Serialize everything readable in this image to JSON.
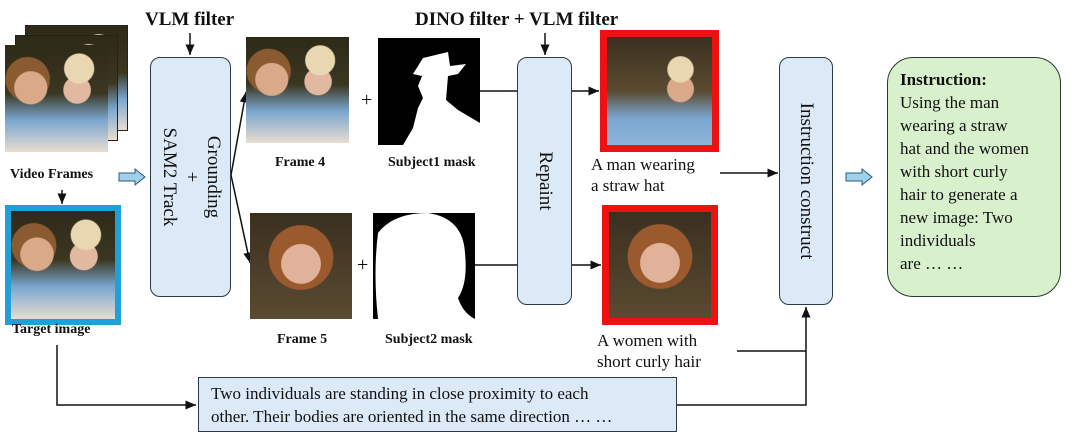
{
  "headers": {
    "vlm_filter": "VLM filter",
    "dino_vlm_filter": "DINO filter + VLM filter"
  },
  "inputs": {
    "video_frames": "Video Frames",
    "target_image": "Target image"
  },
  "modules": {
    "grounding": "Grounding",
    "plus": "+",
    "sam2_track": "SAM2 Track",
    "repaint": "Repaint",
    "instruction_construct": "Instruction construct"
  },
  "frames": [
    {
      "frame_label": "Frame 4",
      "mask_label": "Subject1 mask",
      "caption_line1": "A man wearing",
      "caption_line2": "a straw hat"
    },
    {
      "frame_label": "Frame 5",
      "mask_label": "Subject2 mask",
      "caption_line1": "A  women with",
      "caption_line2": "short curly hair"
    }
  ],
  "description": {
    "line1": "Two individuals are standing in close proximity to each",
    "line2": "other. Their bodies are oriented in the same direction … …"
  },
  "instruction": {
    "title": "Instruction:",
    "lines": [
      "Using the man",
      "wearing a straw",
      "hat and the women",
      "with short curly",
      "hair to  generate a",
      "new image: Two",
      "individuals",
      "are … …"
    ]
  },
  "colors": {
    "box_fill": "#dce9f7",
    "instruction_fill": "#d8f0cc",
    "target_border": "#1fa0d8",
    "result_border": "#ee1111",
    "arrow_fill": "#9fd0ec"
  }
}
